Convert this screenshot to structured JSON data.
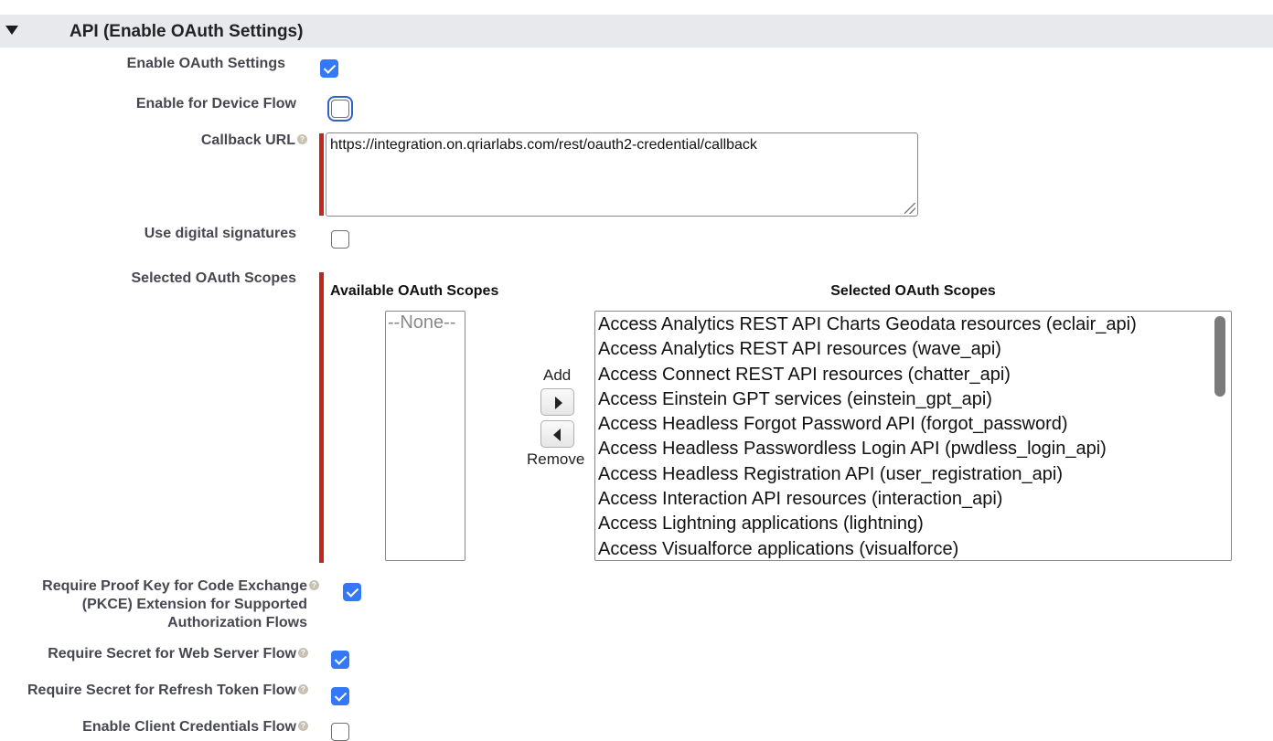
{
  "section": {
    "title": "API (Enable OAuth Settings)",
    "expanded": true
  },
  "fields": {
    "enable_oauth": {
      "label": "Enable OAuth Settings",
      "checked": true
    },
    "device_flow": {
      "label": "Enable for Device Flow",
      "checked": false,
      "focused": true
    },
    "callback_url": {
      "label": "Callback URL",
      "value": "https://integration.on.qriarlabs.com/rest/oauth2-credential/callback",
      "help": "?"
    },
    "digital_signatures": {
      "label": "Use digital signatures",
      "checked": false
    },
    "scopes": {
      "label": "Selected OAuth Scopes",
      "available_title": "Available OAuth Scopes",
      "selected_title": "Selected OAuth Scopes",
      "available": [
        "--None--"
      ],
      "add_label": "Add",
      "remove_label": "Remove",
      "selected": [
        "Access Analytics REST API Charts Geodata resources (eclair_api)",
        "Access Analytics REST API resources (wave_api)",
        "Access Connect REST API resources (chatter_api)",
        "Access Einstein GPT services (einstein_gpt_api)",
        "Access Headless Forgot Password API (forgot_password)",
        "Access Headless Passwordless Login API (pwdless_login_api)",
        "Access Headless Registration API (user_registration_api)",
        "Access Interaction API resources (interaction_api)",
        "Access Lightning applications (lightning)",
        "Access Visualforce applications (visualforce)"
      ]
    },
    "pkce": {
      "label_line1": "Require Proof Key for Code Exchange",
      "label_line2": "(PKCE) Extension for Supported",
      "label_line3": "Authorization Flows",
      "checked": true,
      "help": "?"
    },
    "secret_web_server": {
      "label": "Require Secret for Web Server Flow",
      "checked": true,
      "help": "?"
    },
    "secret_refresh": {
      "label": "Require Secret for Refresh Token Flow",
      "checked": true,
      "help": "?"
    },
    "client_credentials": {
      "label": "Enable Client Credentials Flow",
      "checked": false,
      "help": "?"
    }
  },
  "colors": {
    "required_bar": "#c0281f",
    "checkbox_checked": "#3478f6",
    "header_bg": "#e8e9ed"
  }
}
